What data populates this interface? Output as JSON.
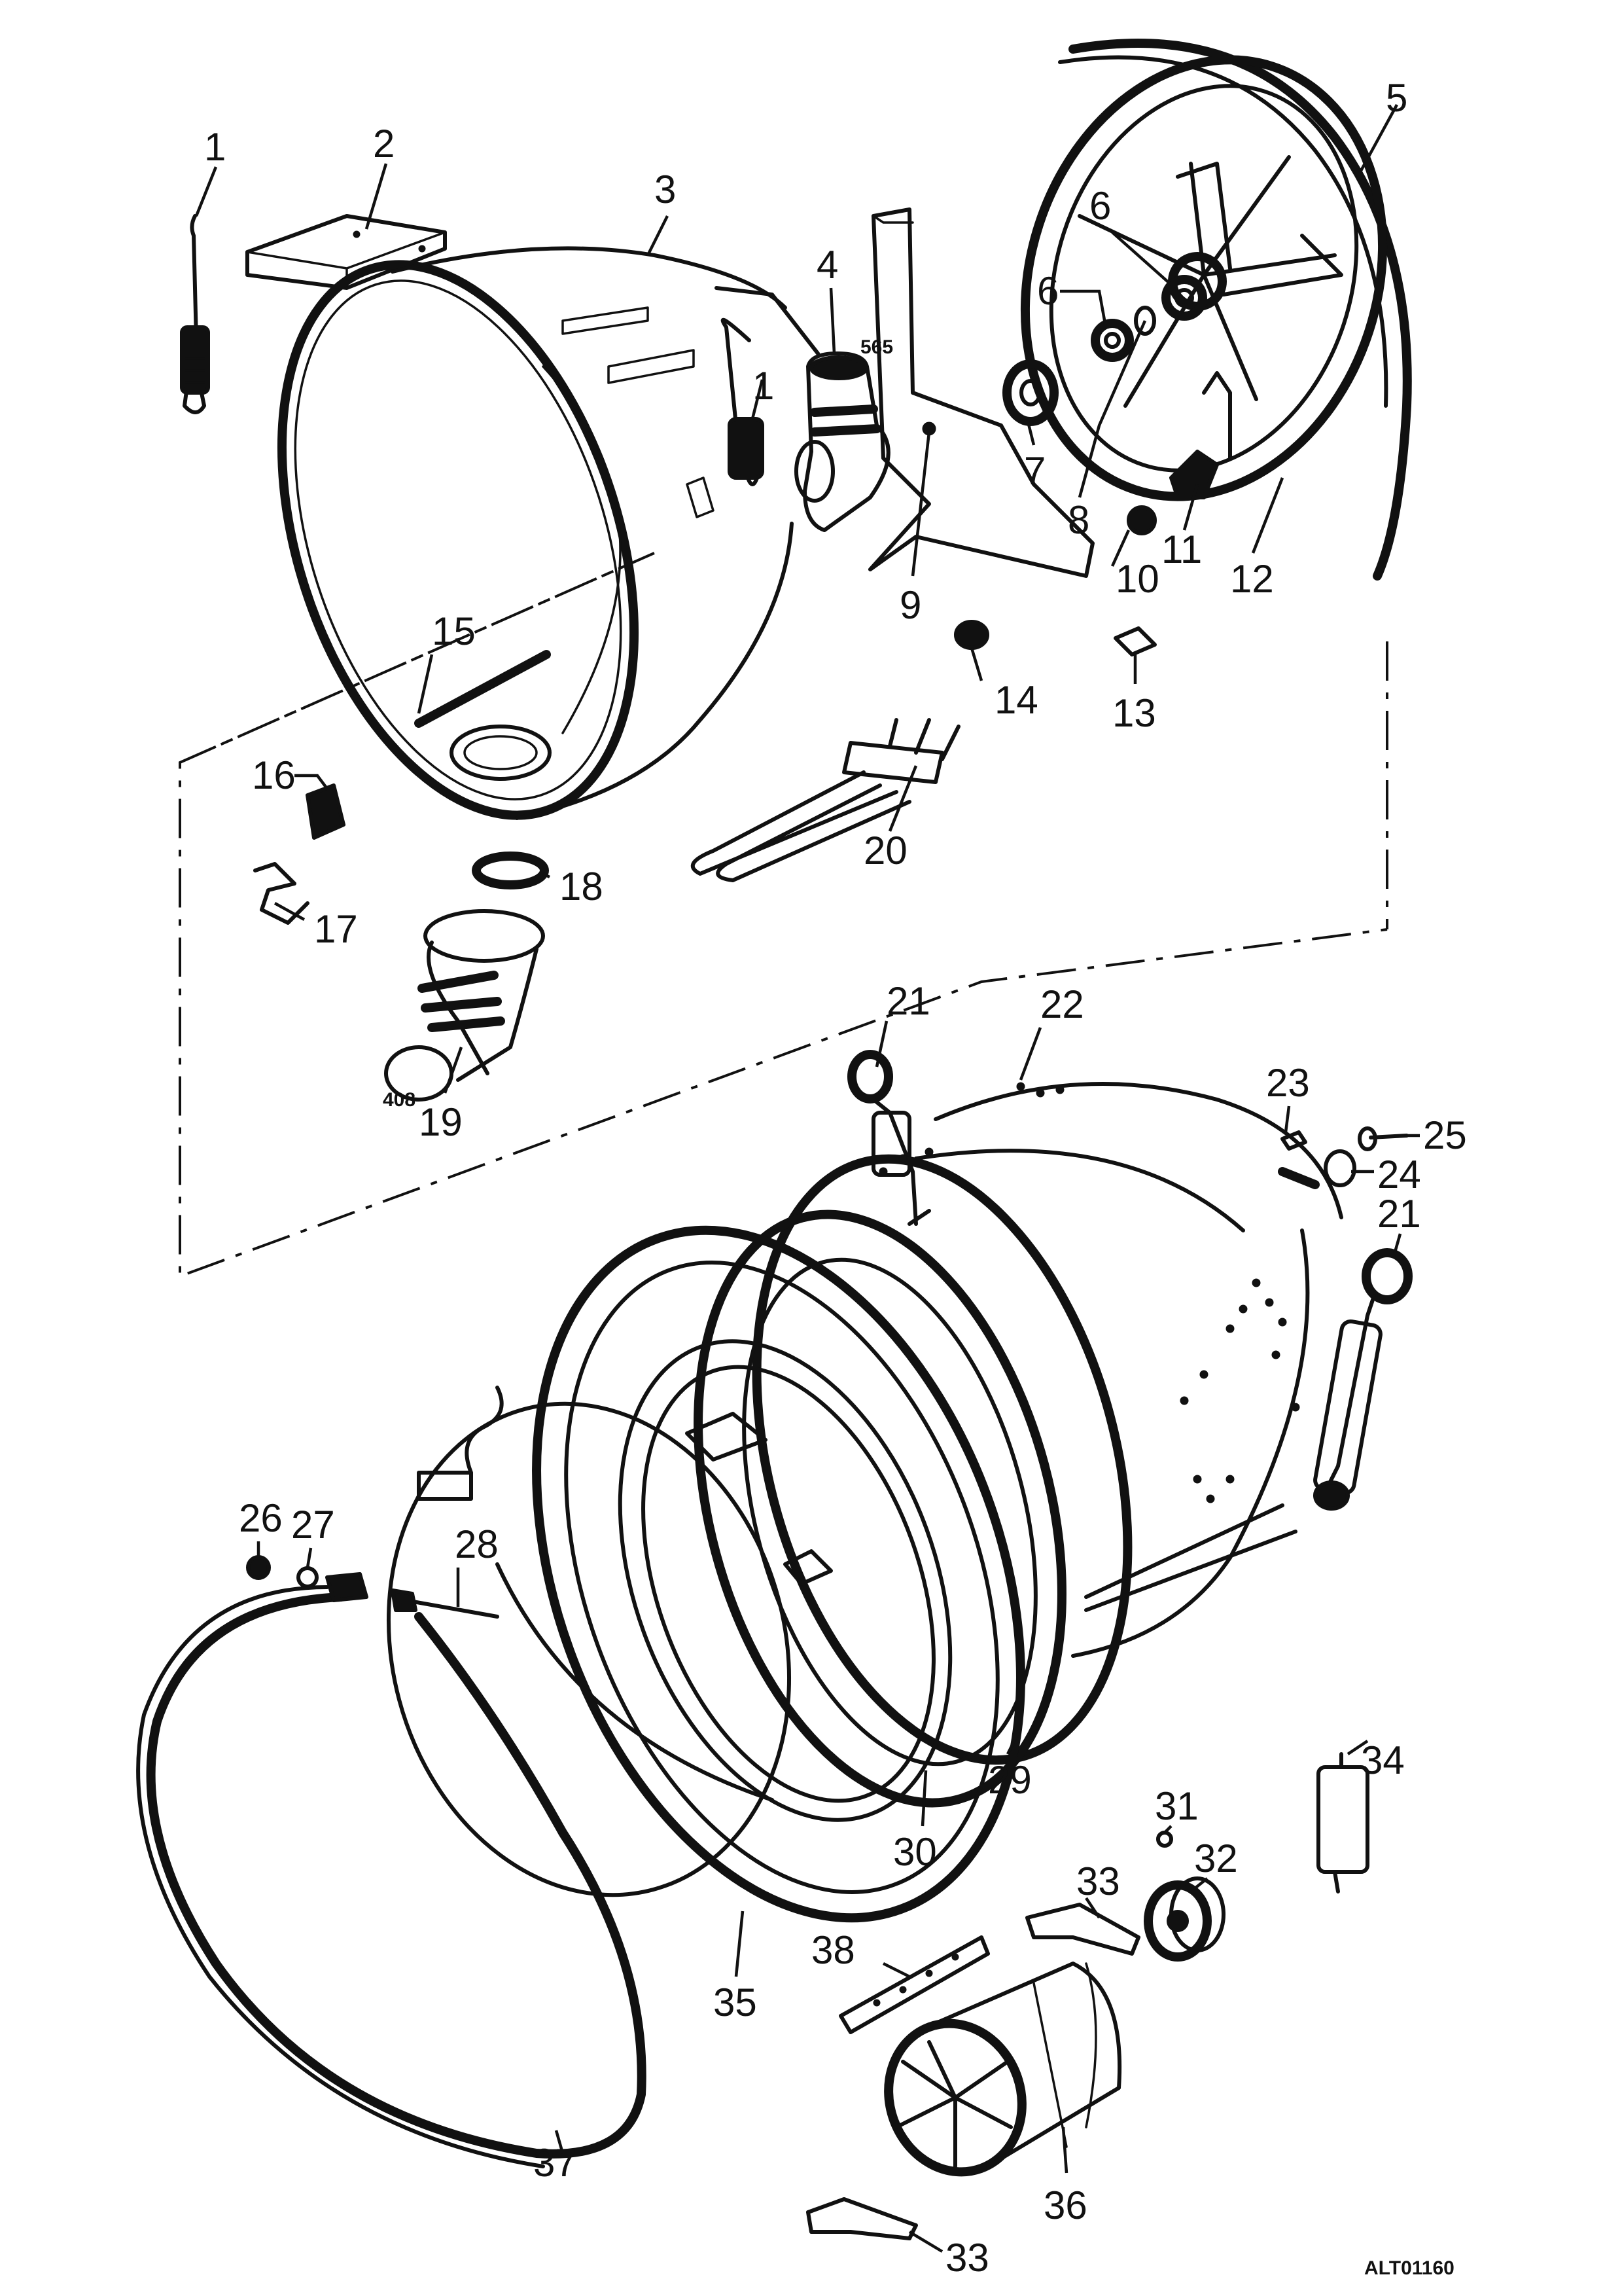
{
  "diagram": {
    "reference_code": "ALT01160",
    "part_codes": {
      "hose_elbow": "565",
      "sump_hose": "408"
    },
    "callouts": [
      "1",
      "2",
      "3",
      "4",
      "5",
      "6",
      "6",
      "7",
      "8",
      "9",
      "10",
      "11",
      "12",
      "13",
      "14",
      "15",
      "16",
      "17",
      "18",
      "19",
      "20",
      "21",
      "21",
      "22",
      "23",
      "24",
      "25",
      "26",
      "27",
      "28",
      "29",
      "30",
      "31",
      "32",
      "33",
      "33",
      "34",
      "35",
      "36",
      "37",
      "38",
      "1"
    ]
  }
}
